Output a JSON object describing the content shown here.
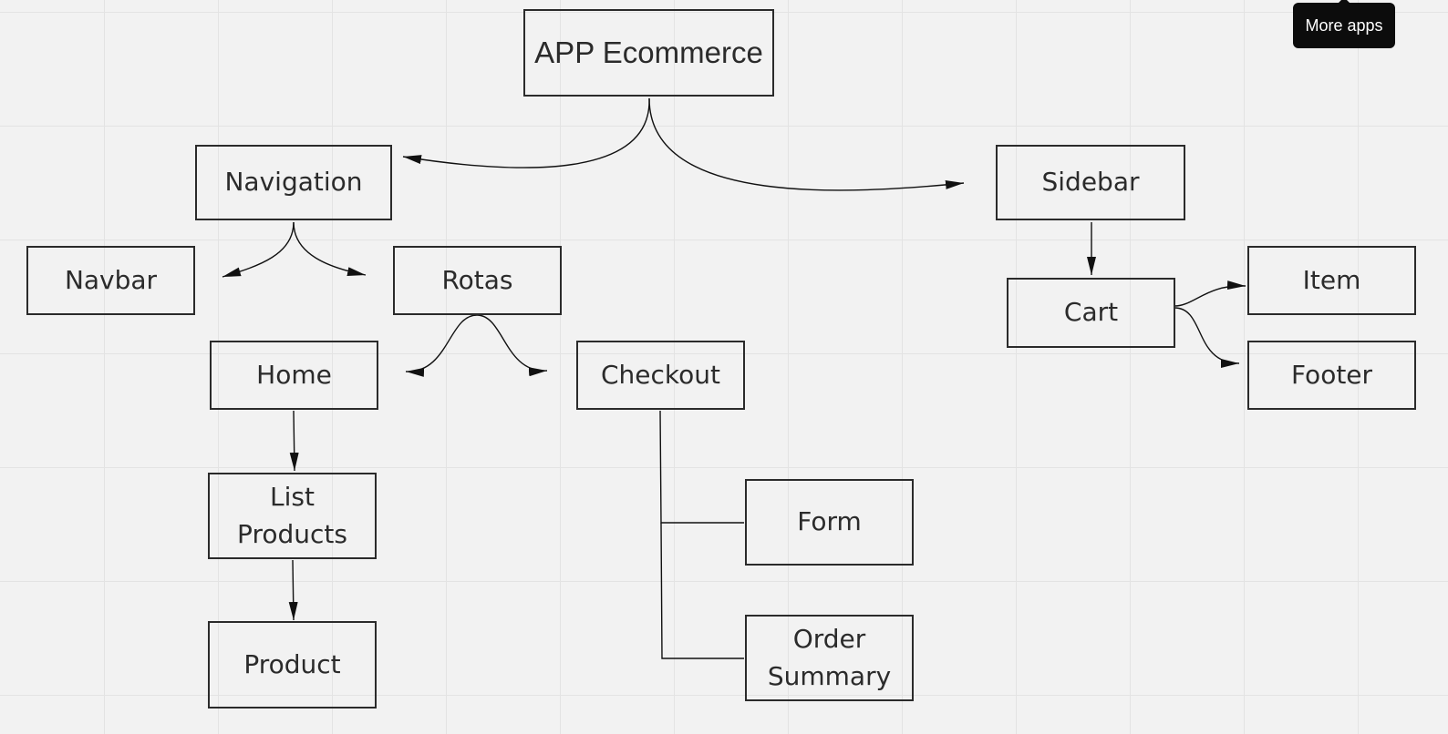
{
  "diagram": {
    "nodes": {
      "app": "APP Ecommerce",
      "navigation": "Navigation",
      "sidebar": "Sidebar",
      "navbar": "Navbar",
      "rotas": "Rotas",
      "home": "Home",
      "checkout": "Checkout",
      "list_products": [
        "List",
        "Products"
      ],
      "product": "Product",
      "form": "Form",
      "order_summary": [
        "Order",
        "Summary"
      ],
      "cart": "Cart",
      "item": "Item",
      "footer": "Footer"
    }
  },
  "tooltip": {
    "text": "More apps"
  }
}
